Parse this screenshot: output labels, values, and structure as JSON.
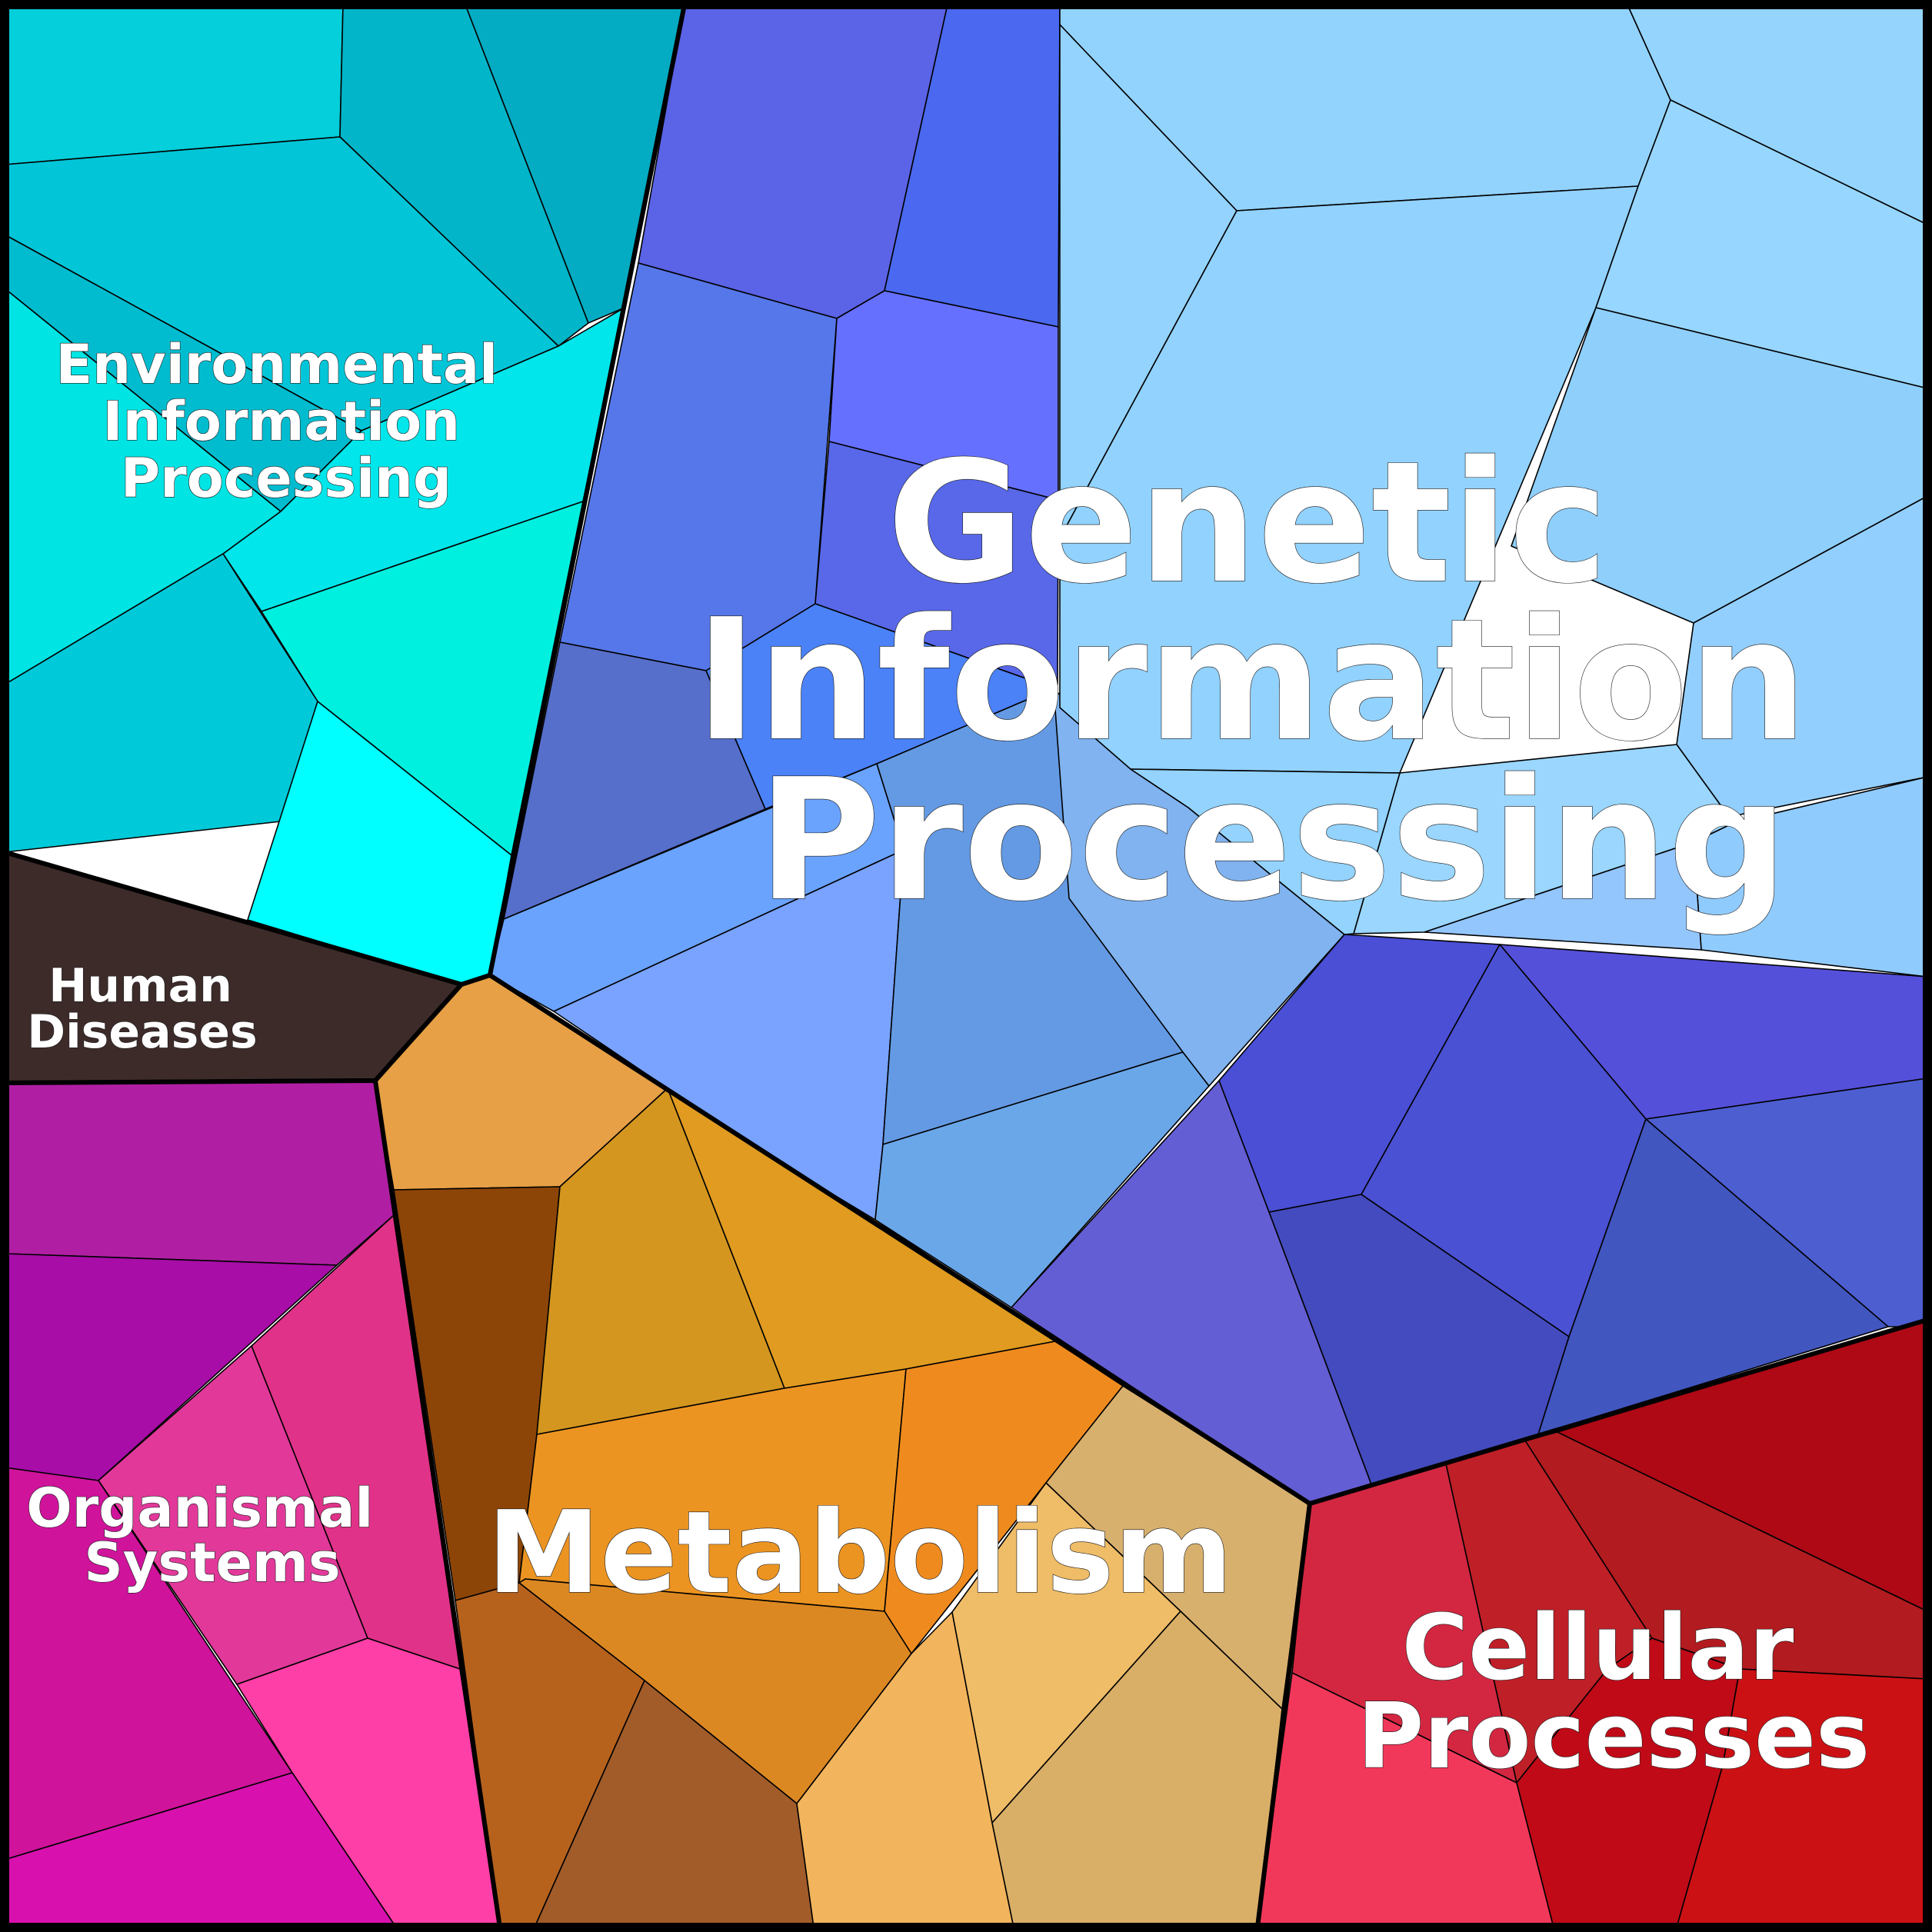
{
  "diagram": {
    "type": "voronoi-treemap",
    "categories": [
      {
        "key": "environmental",
        "label_lines": [
          "Environmental",
          "Information",
          "Processing"
        ]
      },
      {
        "key": "genetic",
        "label_lines": [
          "Genetic",
          "Information",
          "Processing"
        ]
      },
      {
        "key": "human_diseases",
        "label_lines": [
          "Human",
          "Diseases"
        ]
      },
      {
        "key": "organismal",
        "label_lines": [
          "Organismal",
          "Systems"
        ]
      },
      {
        "key": "metabolism",
        "label_lines": [
          "Metabolism"
        ]
      },
      {
        "key": "cellular",
        "label_lines": [
          "Cellular",
          "Processes"
        ]
      }
    ],
    "colors": {
      "environmental": [
        "#05cfdb",
        "#03b5c8",
        "#04acc3",
        "#02c6d8",
        "#01bccf",
        "#00e6ea",
        "#00e4e4",
        "#00f0e0",
        "#00cad9",
        "#00ffff"
      ],
      "genetic_purple": [
        "#5b63e6",
        "#4a69f0",
        "#5677e9",
        "#6670ff",
        "#5868e8",
        "#4b82f8",
        "#566fcb",
        "#6aa3fe",
        "#79a3fe",
        "#649ae3",
        "#6aa7e9",
        "#80b3ef"
      ],
      "genetic_light": [
        "#92d3fe",
        "#95d4fd",
        "#93d3fe",
        "#92d2fe",
        "#97d6fe",
        "#8fcffb",
        "#93cffe",
        "#9ad6fe",
        "#90cbfe",
        "#94c6fe"
      ],
      "genetic_violet": [
        "#4a4fd6",
        "#5550d9",
        "#4a51d2",
        "#4d5ed1",
        "#444bbe",
        "#4256c0",
        "#645ed4"
      ],
      "human_diseases": [
        "#3d2b2a"
      ],
      "organismal": [
        "#b01fa3",
        "#a80da8",
        "#e13289",
        "#e2389a",
        "#cf139b",
        "#fe3fa7",
        "#d811ae"
      ],
      "metabolism": [
        "#e7a045",
        "#8d4507",
        "#d4961f",
        "#e09b20",
        "#ec9422",
        "#ef8b1e",
        "#dc8822",
        "#b6621d",
        "#a15c2a",
        "#f2b45d",
        "#d8b06e",
        "#efbc67",
        "#d9af67"
      ],
      "cellular": [
        "#d32741",
        "#bf1f27",
        "#b21b1f",
        "#af0916",
        "#f2385a",
        "#c00a17",
        "#cc1115"
      ]
    }
  }
}
